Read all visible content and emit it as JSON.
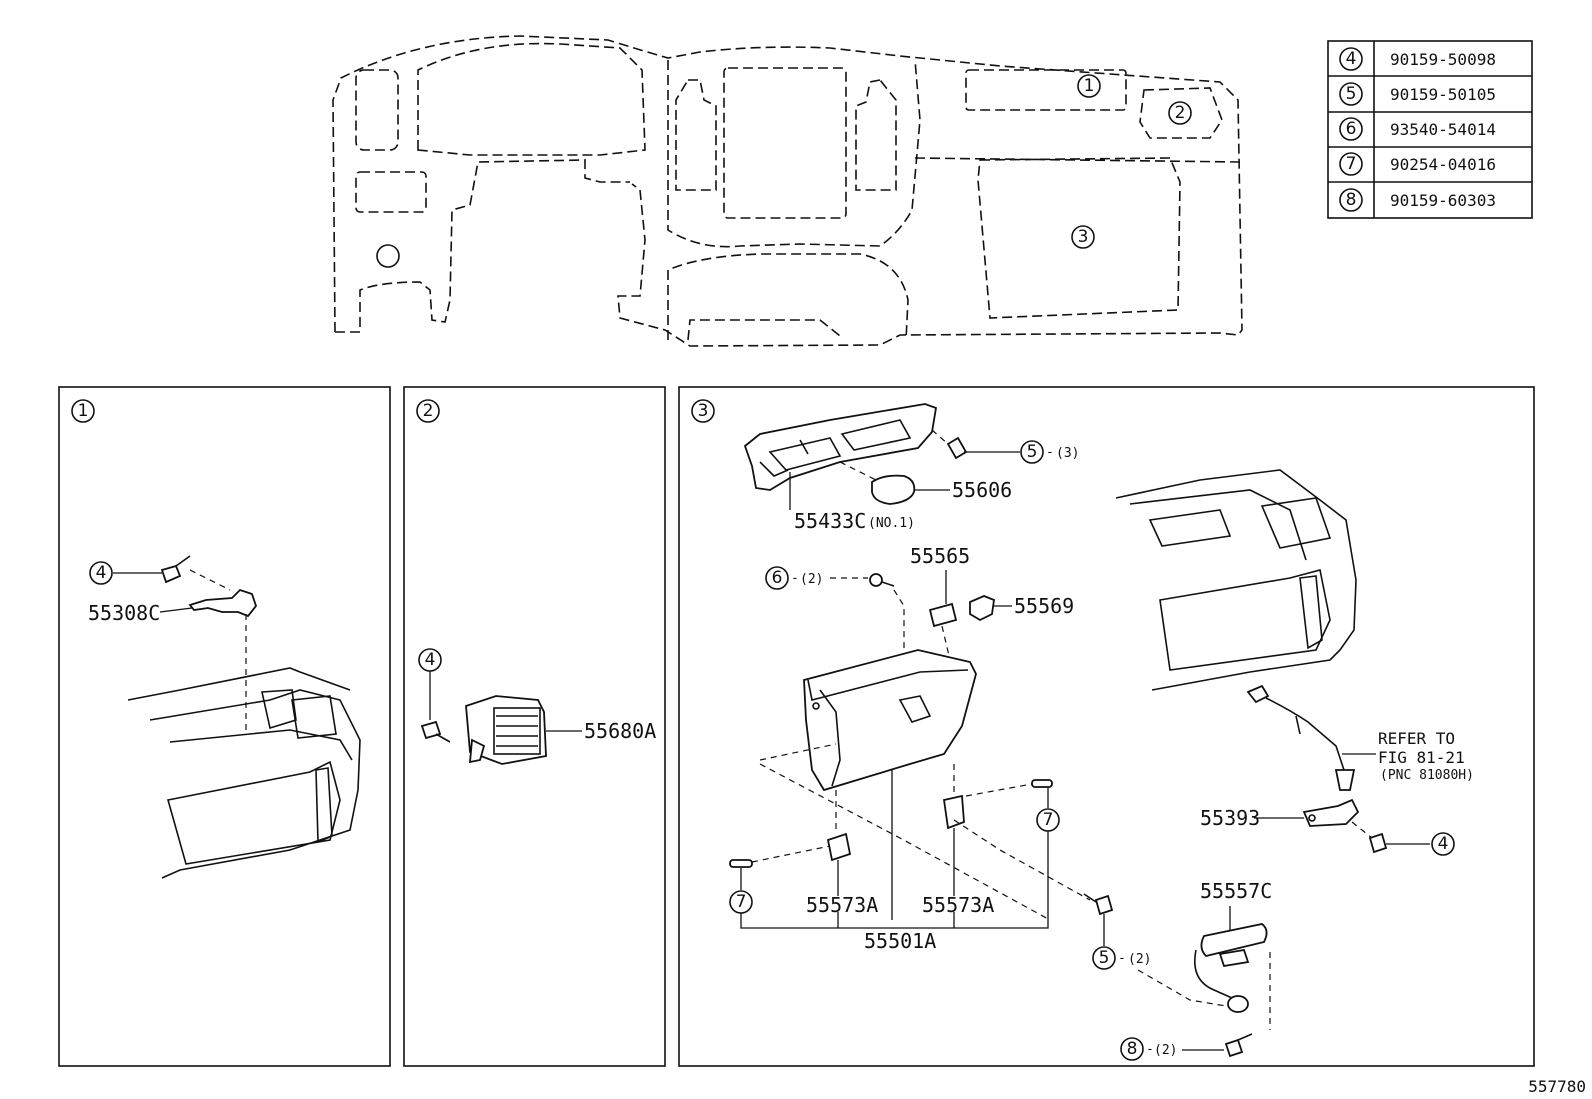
{
  "diagram_id": "557780",
  "index_table": [
    {
      "ref": "4",
      "part_no": "90159-50098"
    },
    {
      "ref": "5",
      "part_no": "90159-50105"
    },
    {
      "ref": "6",
      "part_no": "93540-54014"
    },
    {
      "ref": "7",
      "part_no": "90254-04016"
    },
    {
      "ref": "8",
      "part_no": "90159-60303"
    }
  ],
  "overview": {
    "zones": [
      "1",
      "2",
      "3"
    ]
  },
  "panel1": {
    "number": "1",
    "refs": [
      "4"
    ],
    "parts": [
      "55308C"
    ]
  },
  "panel2": {
    "number": "2",
    "refs": [
      "4"
    ],
    "parts": [
      "55680A"
    ]
  },
  "panel3": {
    "number": "3",
    "parts": {
      "p55606": "55606",
      "p55433C": "55433C",
      "p55433C_note": "(NO.1)",
      "p55565": "55565",
      "p55569": "55569",
      "p55573A_left": "55573A",
      "p55573A_right": "55573A",
      "p55501A": "55501A",
      "p55557C": "55557C",
      "p55393": "55393"
    },
    "callouts": {
      "top5": {
        "ref": "5",
        "qty": "(3)"
      },
      "top6": {
        "ref": "6",
        "qty": "(2)"
      },
      "left7": {
        "ref": "7"
      },
      "right7": {
        "ref": "7"
      },
      "bottom5": {
        "ref": "5",
        "qty": "(2)"
      },
      "bottom8": {
        "ref": "8",
        "qty": "(2)"
      },
      "right4": {
        "ref": "4"
      }
    },
    "refer_note": {
      "line1": "REFER TO",
      "line2": "FIG 81-21",
      "line3": "(PNC 81080H)"
    }
  }
}
